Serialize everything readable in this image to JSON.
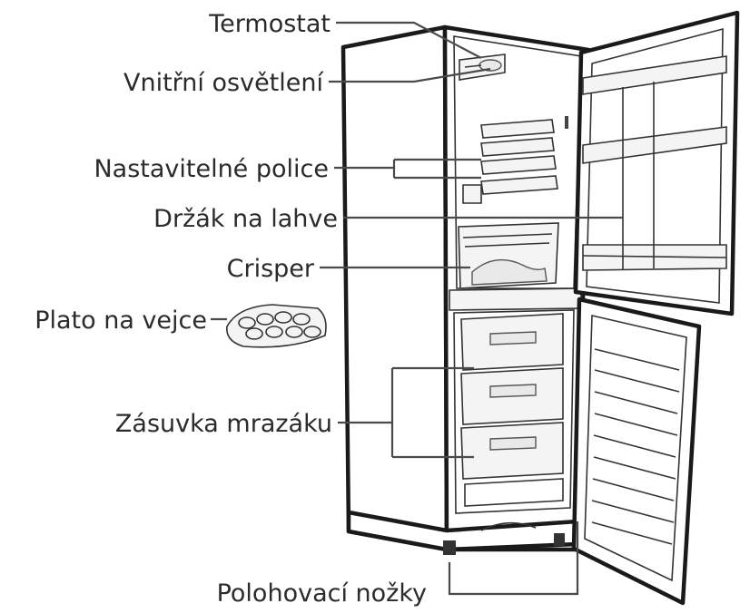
{
  "labels": {
    "thermostat": "Termostat",
    "interior_light": "Vnitřní osvětlení",
    "adjustable_shelves": "Nastavitelné police",
    "bottle_holder": "Držák na lahve",
    "crisper": "Crisper",
    "egg_tray": "Plato na vejce",
    "freezer_drawer": "Zásuvka mrazáku",
    "leveling_feet": "Polohovací nožky"
  }
}
